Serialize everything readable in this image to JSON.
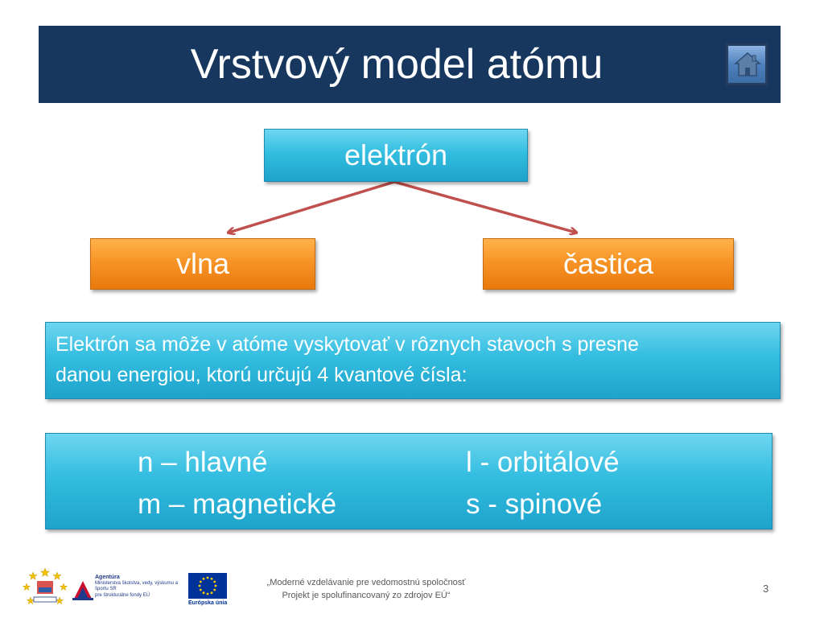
{
  "title": "Vrstvový model atómu",
  "home_button": {
    "icon": "home-icon",
    "color": "#4f81bd"
  },
  "diagram": {
    "root": "elektrón",
    "left_child": "vlna",
    "right_child": "častica",
    "arrow_color": "#c0504d"
  },
  "description": {
    "line1": "Elektrón sa môže v atóme vyskytovať v rôznych stavoch s presne",
    "line2": "danou energiou, ktorú určujú 4 kvantové čísla:"
  },
  "quantum_numbers": {
    "n": "n – hlavné",
    "m": "m – magnetické",
    "l": "l - orbitálové",
    "s": "s - spinové"
  },
  "footer": {
    "agency_name": "Agentúra",
    "agency_line1": "Ministerstva školstva, vedy, výskumu a športu SR",
    "agency_line2": "pre štrukturálne fondy EÚ",
    "eu_label": "Európska únia",
    "line1": "„Moderné vzdelávanie pre vedomostnú spoločnosť",
    "line2": "Projekt je spolufinancovaný zo zdrojov EÚ“"
  },
  "page_number": "3",
  "colors": {
    "title_bar": "#17375e",
    "cyan_box": "#33bde0",
    "orange_box": "#f79427"
  }
}
